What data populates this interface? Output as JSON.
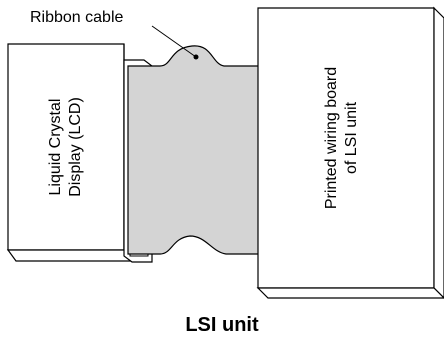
{
  "diagram": {
    "callout_label": "Ribbon cable",
    "lcd_label_line1": "Liquid Crystal",
    "lcd_label_line2": "Display (LCD)",
    "board_label_line1": "Printed wiring board",
    "board_label_line2": "of LSI unit",
    "caption": "LSI unit"
  },
  "colors": {
    "stroke": "#000000",
    "fill": "#ffffff",
    "cable_fill": "#d4d4d4"
  }
}
